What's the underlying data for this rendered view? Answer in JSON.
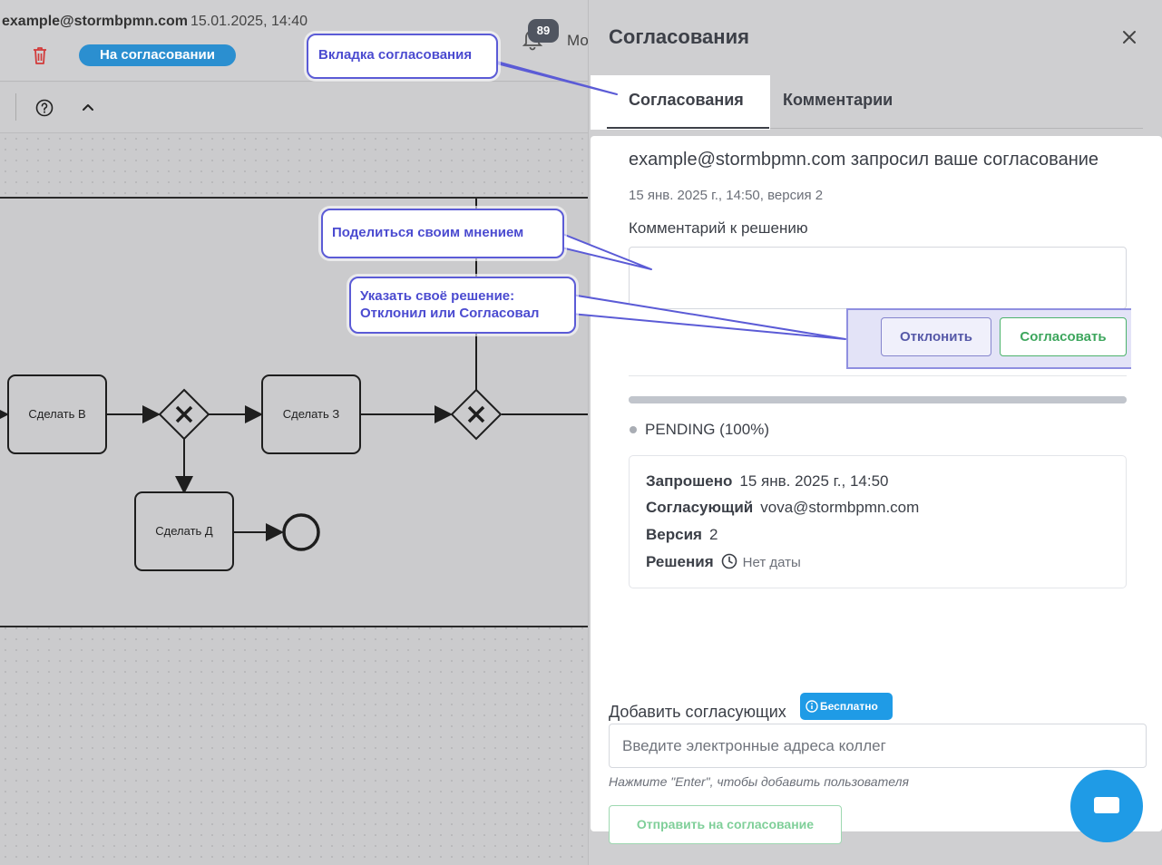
{
  "header": {
    "owner_email": "example@stormbpmn.com",
    "date": "15.01.2025, 14:40",
    "status": "На согласовании",
    "notifications_count": "89",
    "user_truncated": "Мо"
  },
  "diagram": {
    "tasks": [
      "Сделать В",
      "Сделать З",
      "Сделать Д"
    ]
  },
  "panel": {
    "title": "Согласования",
    "tabs": [
      "Согласования",
      "Комментарии"
    ],
    "request": {
      "title": "example@stormbpmn.com запросил ваше согласование",
      "meta": "15 янв. 2025 г., 14:50, версия 2",
      "comment_label": "Комментарий к решению",
      "reject_label": "Отклонить",
      "approve_label": "Согласовать",
      "progress": 1.0,
      "status_text": "PENDING (100%)",
      "details": {
        "requested_label": "Запрошено",
        "requested_value": "15 янв. 2025 г., 14:50",
        "approver_label": "Согласующий",
        "approver_value": "vova@stormbpmn.com",
        "version_label": "Версия",
        "version_value": "2",
        "decisions_label": "Решения",
        "decisions_value": "Нет даты"
      }
    },
    "add_approvers": {
      "label": "Добавить согласующих",
      "badge": "Бесплатно",
      "placeholder": "Введите электронные адреса коллег",
      "hint": "Нажмите \"Enter\", чтобы добавить пользователя",
      "send_label": "Отправить на согласование"
    }
  },
  "callouts": {
    "tab": "Вкладка согласования",
    "opinion": "Поделиться своим мнением",
    "decision_line1": "Указать своё решение:",
    "decision_line2": "Отклонил или Согласовал"
  },
  "colors": {
    "accent_blue": "#1f9be6",
    "approve_green": "#3da65d",
    "reject_purple": "#5659a8",
    "callout_border": "#5b5bd6"
  }
}
